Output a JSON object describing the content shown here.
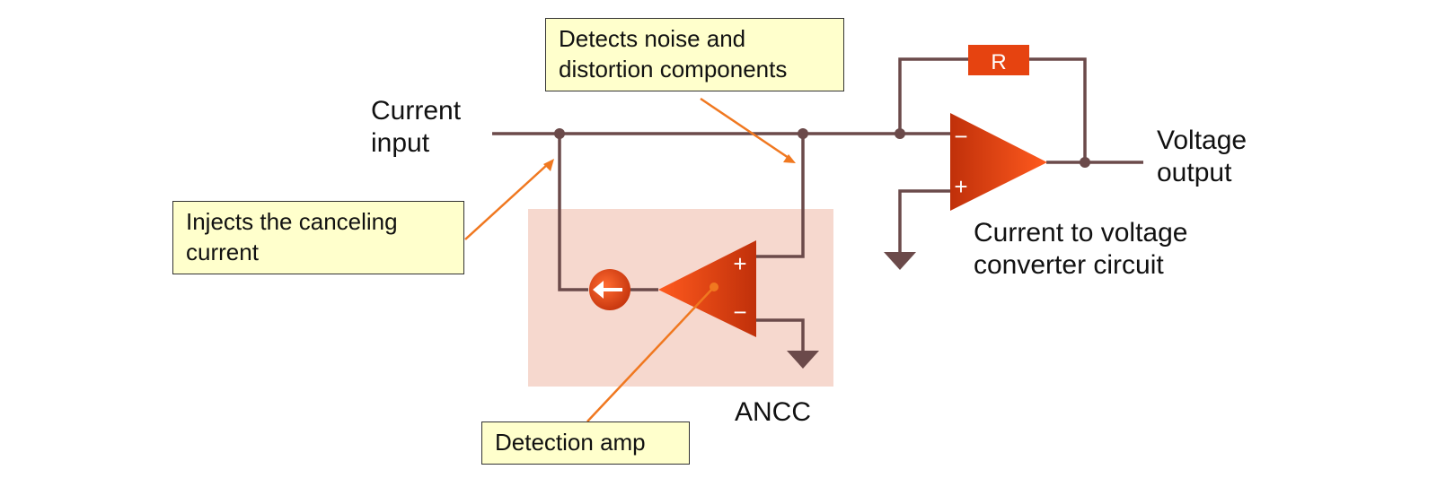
{
  "labels": {
    "current_input": "Current\ninput",
    "voltage_output": "Voltage\noutput",
    "converter": "Current to voltage\nconverter circuit",
    "ancc": "ANCC",
    "resistor": "R",
    "plus": "+",
    "minus": "−"
  },
  "callouts": {
    "detects": "Detects noise and\ndistortion components",
    "injects": "Injects the canceling\ncurrent",
    "detection_amp": "Detection amp"
  },
  "colors": {
    "wire": "#6b4a4a",
    "ancc_box": "#f6d8ce",
    "amp": "#e64310",
    "resistor": "#e64310",
    "arrow": "#f07820",
    "callout_bg": "#ffffcc"
  }
}
